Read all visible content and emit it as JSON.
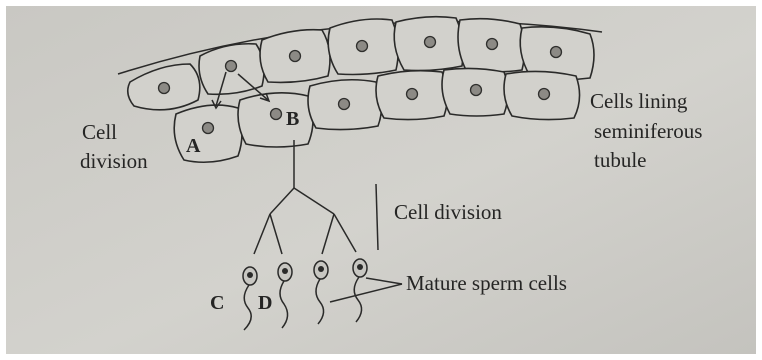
{
  "labels": {
    "cell_division_left_1": "Cell",
    "cell_division_left_2": "division",
    "letter_a": "A",
    "letter_b": "B",
    "letter_c": "C",
    "letter_d": "D",
    "lining_1": "Cells lining",
    "lining_2": "seminiferous",
    "lining_3": "tubule",
    "cell_division_right": "Cell division",
    "mature_sperm": "Mature sperm cells"
  },
  "colors": {
    "paper": "#cfcec9",
    "ink": "#2a2a29",
    "cell_fill": "#d2d1cc"
  }
}
